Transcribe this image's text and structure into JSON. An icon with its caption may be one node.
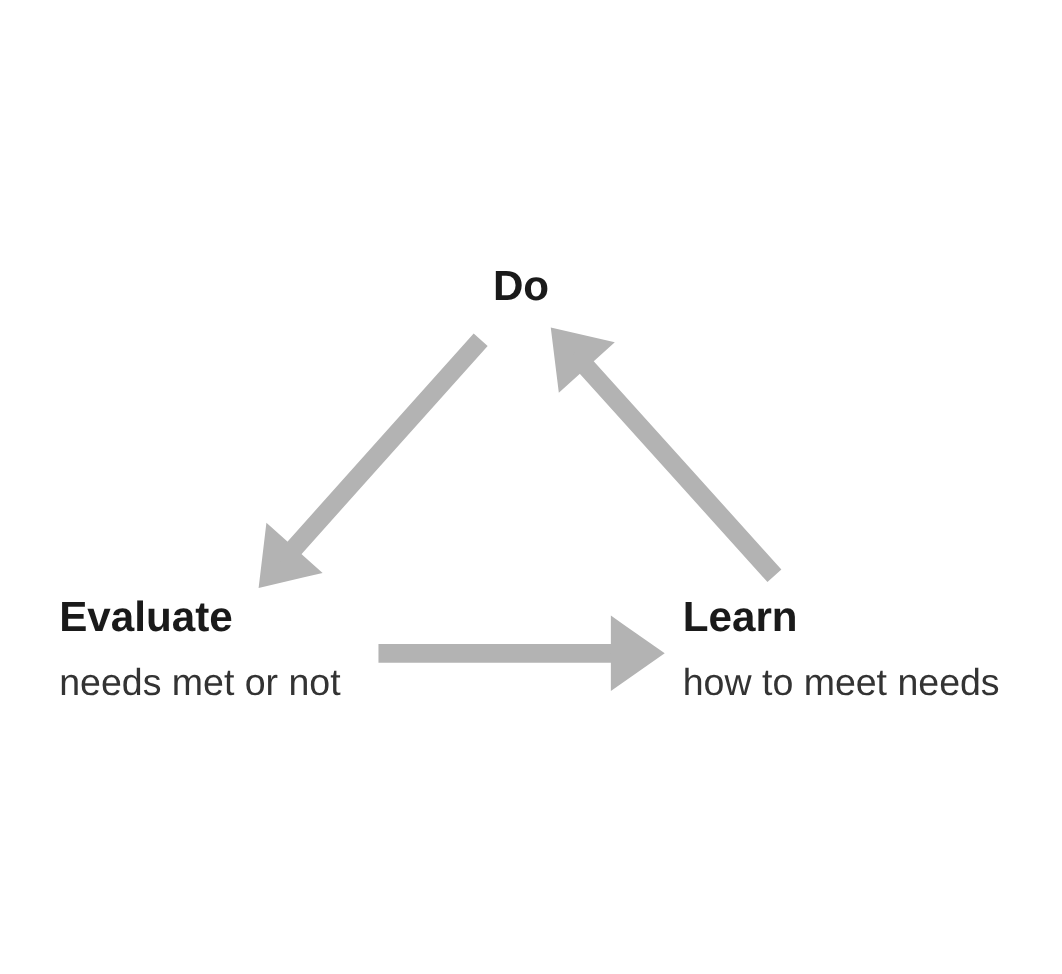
{
  "diagram": {
    "nodes": [
      {
        "text": [
          "Do"
        ]
      },
      {
        "text": [
          "Evaluate",
          "needs met or not"
        ]
      },
      {
        "text": [
          "Learn",
          "how to meet needs"
        ]
      }
    ],
    "edges": [
      {
        "from": 0,
        "to": 1,
        "arrow": "to"
      },
      {
        "from": 1,
        "to": 2,
        "arrow": "to"
      },
      {
        "from": 2,
        "to": 0,
        "arrow": "to"
      }
    ]
  }
}
